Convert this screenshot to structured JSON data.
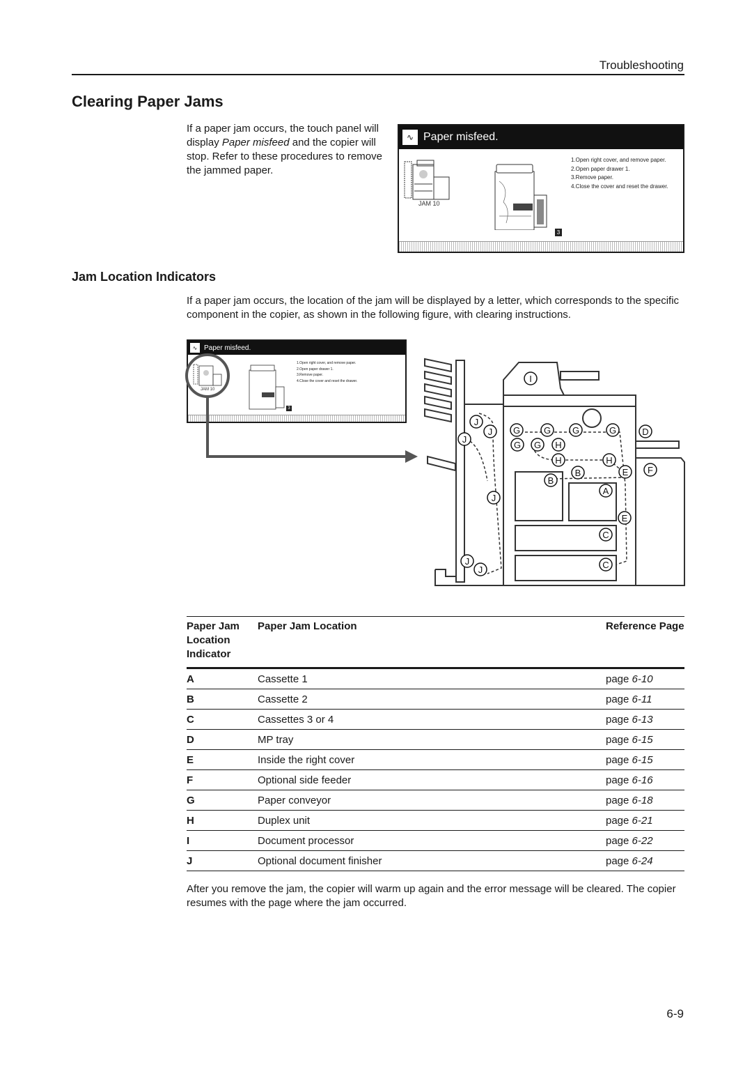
{
  "header": {
    "section_title": "Troubleshooting"
  },
  "page_title": "Clearing Paper Jams",
  "intro": {
    "before": "If a paper jam occurs, the touch panel will display ",
    "italic": "Paper misfeed",
    "after": " and the copier will stop. Refer to these procedures to remove the jammed paper."
  },
  "screen": {
    "title": "Paper misfeed.",
    "steps": [
      "1.Open right cover, and remove paper.",
      "2.Open paper drawer 1.",
      "3.Remove paper.",
      "4.Close the cover and reset the drawer."
    ],
    "jam_code": "JAM 10",
    "counter": "3"
  },
  "section2": {
    "title": "Jam Location Indicators",
    "text": "If a paper jam occurs, the location of the jam will be displayed by a letter, which corresponds to the specific component in the copier, as shown in the following figure, with clearing instructions."
  },
  "diagram_letters": [
    "I",
    "J",
    "J",
    "J",
    "J",
    "J",
    "J",
    "G",
    "G",
    "G",
    "G",
    "G",
    "G",
    "H",
    "H",
    "H",
    "D",
    "F",
    "E",
    "E",
    "B",
    "B",
    "A",
    "C",
    "C"
  ],
  "table": {
    "headers": [
      "Paper Jam Location Indicator",
      "Paper Jam Location",
      "Reference Page"
    ],
    "rows": [
      {
        "indicator": "A",
        "location": "Cassette 1",
        "page_label": "page",
        "page_ref": "6-10"
      },
      {
        "indicator": "B",
        "location": "Cassette 2",
        "page_label": "page",
        "page_ref": "6-11"
      },
      {
        "indicator": "C",
        "location": "Cassettes 3 or 4",
        "page_label": "page",
        "page_ref": "6-13"
      },
      {
        "indicator": "D",
        "location": "MP tray",
        "page_label": "page",
        "page_ref": "6-15"
      },
      {
        "indicator": "E",
        "location": "Inside the right cover",
        "page_label": "page",
        "page_ref": "6-15"
      },
      {
        "indicator": "F",
        "location": "Optional side feeder",
        "page_label": "page",
        "page_ref": "6-16"
      },
      {
        "indicator": "G",
        "location": "Paper conveyor",
        "page_label": "page",
        "page_ref": "6-18"
      },
      {
        "indicator": "H",
        "location": "Duplex unit",
        "page_label": "page",
        "page_ref": "6-21"
      },
      {
        "indicator": "I",
        "location": "Document processor",
        "page_label": "page",
        "page_ref": "6-22"
      },
      {
        "indicator": "J",
        "location": "Optional document finisher",
        "page_label": "page",
        "page_ref": "6-24"
      }
    ]
  },
  "after_text": "After you remove the jam, the copier will warm up again and the error message will be cleared. The copier resumes with the page where the jam occurred.",
  "page_number": "6-9"
}
